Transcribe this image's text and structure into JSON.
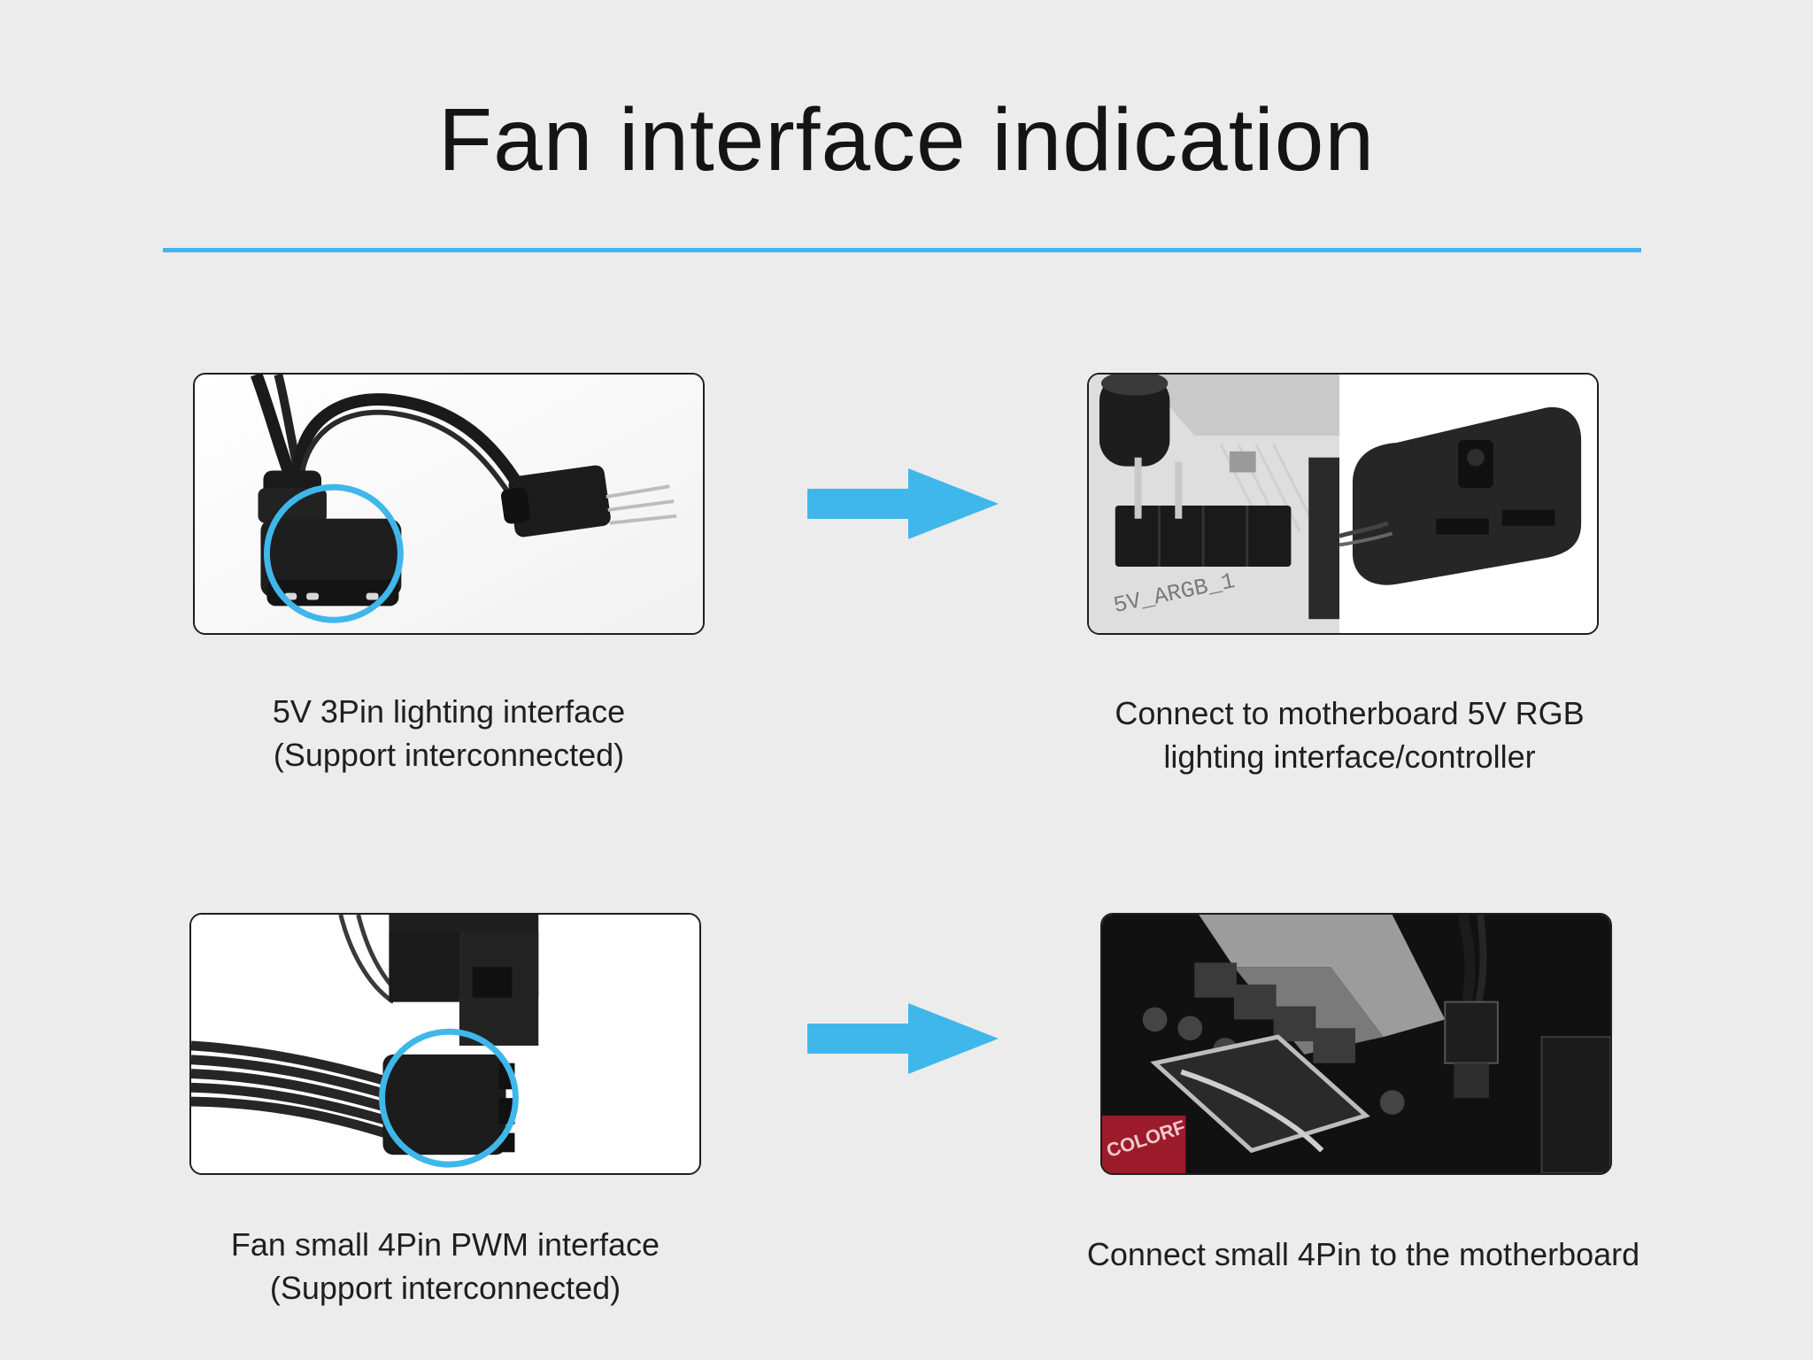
{
  "title": "Fan interface indication",
  "accent_color": "#3fb7ea",
  "rows": [
    {
      "left": {
        "icon": "argb-3pin-connector-photo",
        "caption": [
          "5V 3Pin lighting interface",
          "(Support interconnected)"
        ]
      },
      "arrow_icon": "arrow-right-icon",
      "right": {
        "icon": "motherboard-argb-header-and-controller-photo",
        "board_label": "5V_ARGB_1",
        "caption": [
          "Connect to motherboard 5V RGB",
          "lighting interface/controller"
        ]
      }
    },
    {
      "left": {
        "icon": "4pin-pwm-connector-photo",
        "caption": [
          "Fan small 4Pin PWM interface",
          "(Support interconnected)"
        ]
      },
      "arrow_icon": "arrow-right-icon",
      "right": {
        "icon": "motherboard-fan-header-photo",
        "board_label": "COLORF",
        "caption": [
          "Connect small 4Pin to the motherboard"
        ]
      }
    }
  ]
}
